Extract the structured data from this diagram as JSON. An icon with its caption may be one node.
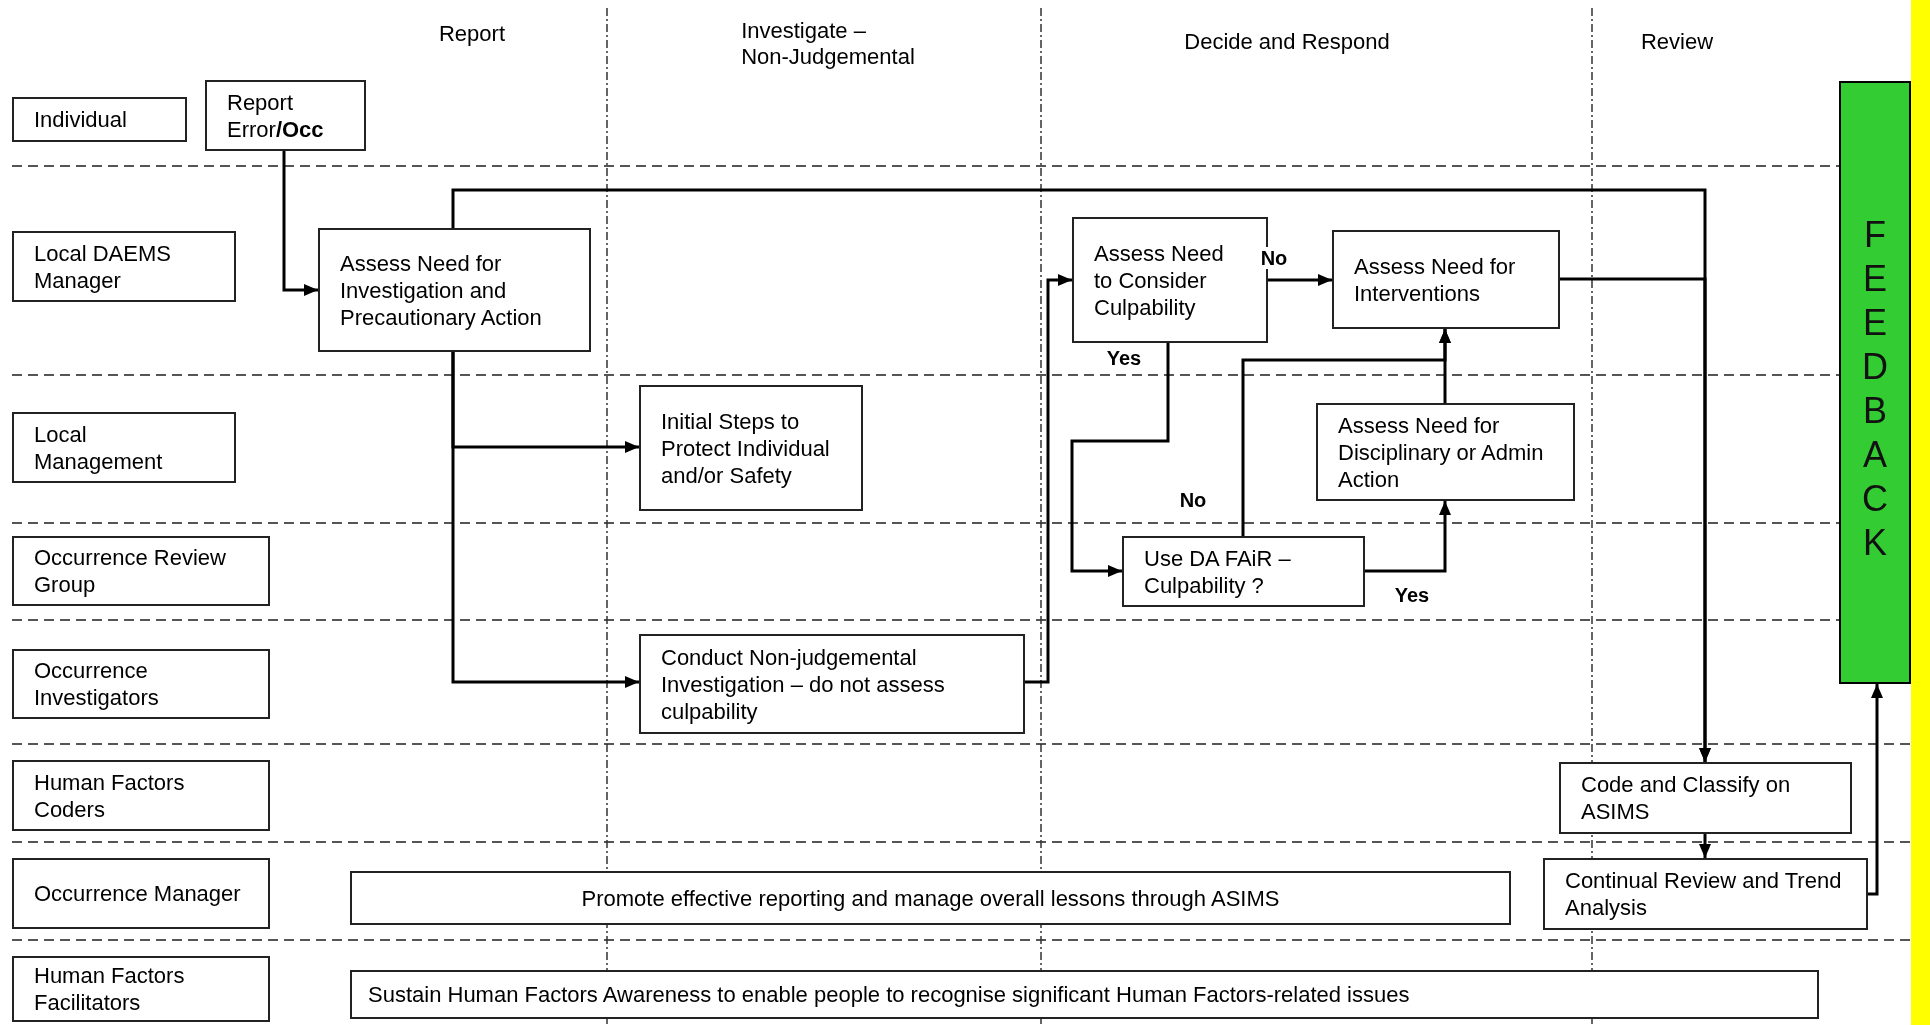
{
  "diagram": {
    "nodes": [
      {
        "text": [
          "Individual"
        ]
      },
      {
        "text": [
          "Report Error**/Occ**"
        ]
      },
      {
        "text": [
          "FEEDBACK"
        ]
      },
      {
        "text": [
          "Local DAEMS Manager"
        ]
      },
      {
        "text": [
          "Assess Need for Investigation and Precautionary Action"
        ]
      },
      {
        "text": [
          "Assess Need to Consider Culpability"
        ]
      },
      {
        "text": [
          "Assess Need for Interventions"
        ]
      },
      {
        "text": [
          "Local Management"
        ]
      },
      {
        "text": [
          "Initial Steps to Protect Individual and/or Safety"
        ]
      },
      {
        "text": [
          "Assess Need for Disciplinary or Admin Action"
        ]
      },
      {
        "text": [
          "Occurrence Review Group"
        ]
      },
      {
        "text": [
          "Use DA FAiR – Culpability ?"
        ]
      },
      {
        "text": [
          "Occurrence Investigators"
        ]
      },
      {
        "text": [
          "Conduct Non-judgemental Investigation – do not assess culpability"
        ]
      },
      {
        "text": [
          "Human Factors Coders"
        ]
      },
      {
        "text": [
          "Code and Classify on ASIMS"
        ]
      },
      {
        "text": [
          "Occurrence Manager"
        ]
      },
      {
        "text": [
          "Promote effective reporting and manage overall lessons through ASIMS"
        ]
      },
      {
        "text": [
          "Continual Review and Trend Analysis"
        ]
      },
      {
        "text": [
          "Human Factors Facilitators"
        ]
      },
      {
        "text": [
          "Sustain Human Factors Awareness to enable people to recognise significant Human Factors-related issues"
        ]
      }
    ],
    "edges": [
      {
        "from": 1,
        "to": 4,
        "arrow": "to"
      },
      {
        "from": 4,
        "to": 8,
        "arrow": "to"
      },
      {
        "from": 4,
        "to": 13,
        "arrow": "to"
      },
      {
        "from": 4,
        "to": 15,
        "arrow": "to"
      },
      {
        "from": 13,
        "to": 5,
        "arrow": "to"
      },
      {
        "from": 5,
        "to": 6,
        "arrow": "to",
        "label": "No"
      },
      {
        "from": 5,
        "to": 11,
        "arrow": "to",
        "label": "Yes"
      },
      {
        "from": 11,
        "to": 6,
        "arrow": "to",
        "label": "No"
      },
      {
        "from": 11,
        "to": 9,
        "arrow": "to",
        "label": "Yes"
      },
      {
        "from": 9,
        "to": 6,
        "arrow": "to"
      },
      {
        "from": 6,
        "to": 15,
        "arrow": "to"
      },
      {
        "from": 15,
        "to": 18,
        "arrow": "to"
      },
      {
        "from": 18,
        "to": 2,
        "arrow": "to"
      }
    ],
    "labels": [
      "Report",
      "Investigate – Non-Judgemental",
      "Decide and Respond",
      "Review"
    ]
  }
}
